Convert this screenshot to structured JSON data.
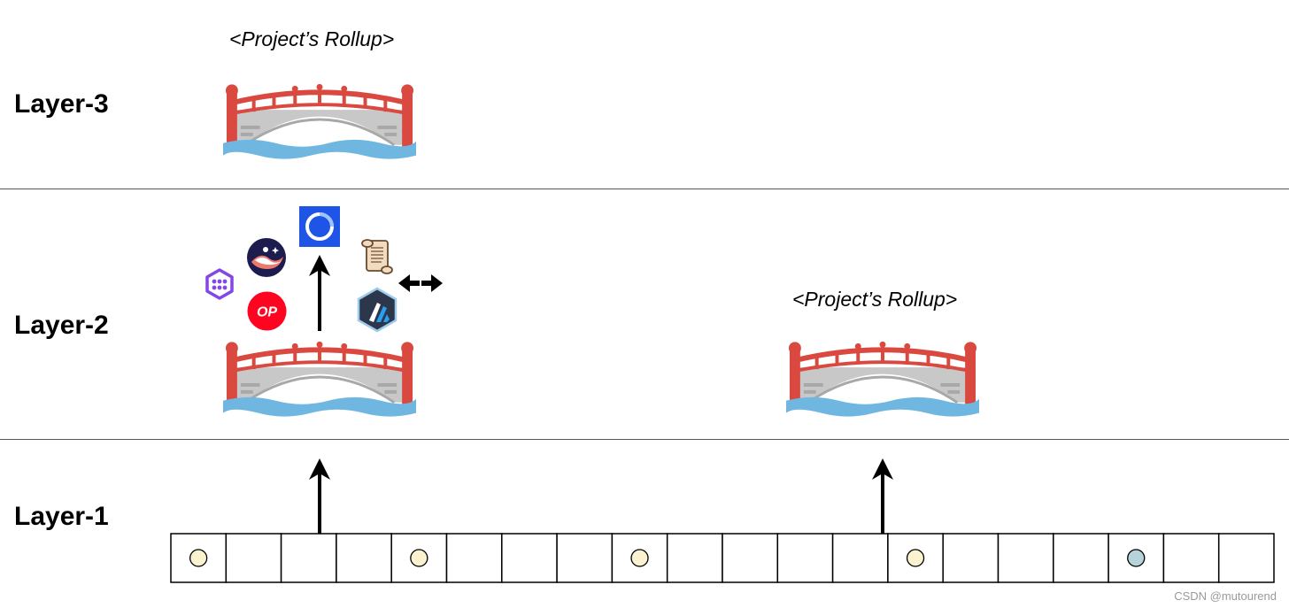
{
  "layers": [
    {
      "label": "Layer-3"
    },
    {
      "label": "Layer-2"
    },
    {
      "label": "Layer-1"
    }
  ],
  "captions": {
    "layer3_rollup": "<Project’s Rollup>",
    "layer2_rollup": "<Project’s Rollup>"
  },
  "icons": {
    "op_logo_text": "OP",
    "logos": [
      "polygon-icon",
      "starknet-icon",
      "optimism-icon",
      "base-icon",
      "scroll-icon",
      "arbitrum-icon"
    ]
  },
  "blockchain": {
    "block_count": 20,
    "marked_blocks": [
      {
        "index": 0,
        "color": "#fbf3d0"
      },
      {
        "index": 4,
        "color": "#fbf3d0"
      },
      {
        "index": 8,
        "color": "#fbf3d0"
      },
      {
        "index": 13,
        "color": "#fbf3d0"
      },
      {
        "index": 17,
        "color": "#b5d3d8"
      }
    ]
  },
  "colors": {
    "bridge_red": "#d9493f",
    "water_blue": "#6fb7e0",
    "deck_grey": "#c8c8c8"
  },
  "watermark": "CSDN @mutourend"
}
